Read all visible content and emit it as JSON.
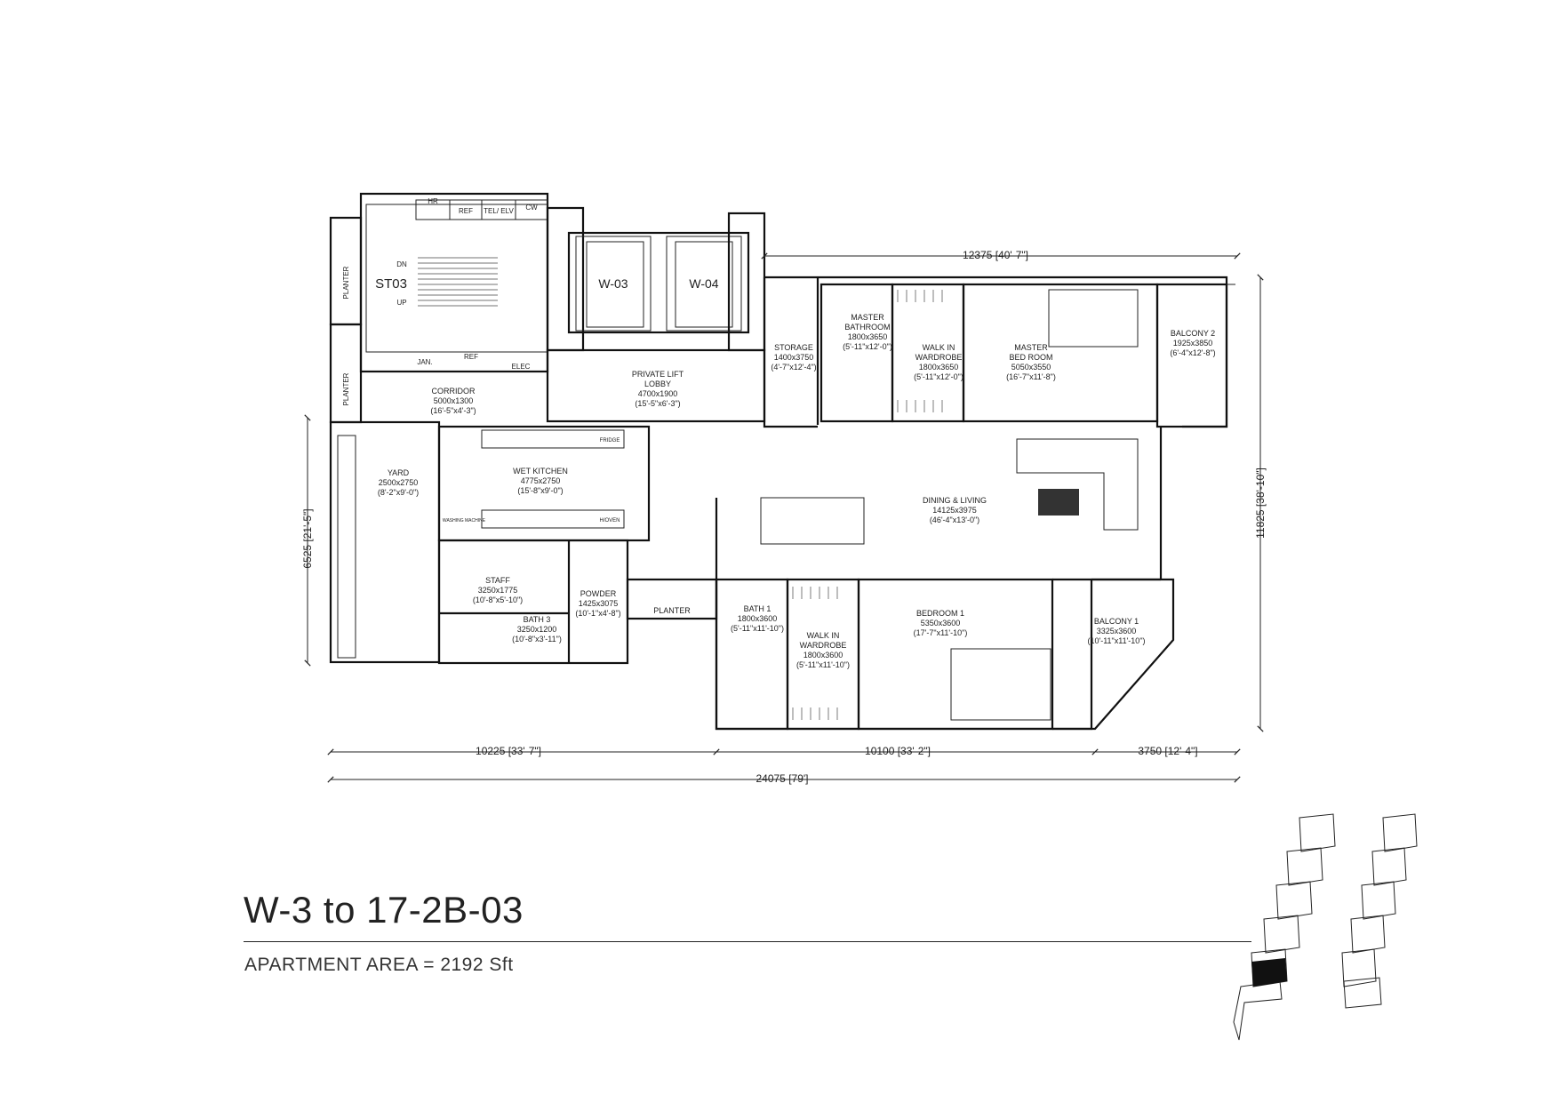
{
  "plan": {
    "title": "W-3 to 17-2B-03",
    "area_label": "APARTMENT AREA = 2192 Sft",
    "rooms": {
      "st03": "ST03",
      "dn": "DN",
      "up": "UP",
      "w03": "W-03",
      "w04": "W-04",
      "hr": "HR",
      "ref1": "REF",
      "telely": "TEL/ ELV",
      "cw": "CW",
      "jan": "JAN.",
      "ref2": "REF",
      "elec": "ELEC",
      "planter1": "PLANTER",
      "planter2": "PLANTER",
      "planter3": "PLANTER",
      "corridor": [
        "CORRIDOR",
        "5000x1300",
        "(16'-5\"x4'-3\")"
      ],
      "lobby": [
        "PRIVATE LIFT",
        "LOBBY",
        "4700x1900",
        "(15'-5\"x6'-3\")"
      ],
      "storage": [
        "STORAGE",
        "1400x3750",
        "(4'-7\"x12'-4\")"
      ],
      "master_bath": [
        "MASTER",
        "BATHROOM",
        "1800x3650",
        "(5'-11\"x12'-0\")"
      ],
      "walkin1": [
        "WALK IN",
        "WARDROBE",
        "1800x3650",
        "(5'-11\"x12'-0\")"
      ],
      "master_bed": [
        "MASTER",
        "BED ROOM",
        "5050x3550",
        "(16'-7\"x11'-8\")"
      ],
      "balcony2": [
        "BALCONY 2",
        "1925x3850",
        "(6'-4\"x12'-8\")"
      ],
      "yard": [
        "YARD",
        "2500x2750",
        "(8'-2\"x9'-0\")"
      ],
      "wet_kitchen": [
        "WET KITCHEN",
        "4775x2750",
        "(15'-8\"x9'-0\")"
      ],
      "fridge": "FRIDGE",
      "washing": "WASHING MACHINE",
      "hoven": "H/OVEN",
      "dining": [
        "DINING & LIVING",
        "14125x3975",
        "(46'-4\"x13'-0\")"
      ],
      "staff": [
        "STAFF",
        "3250x1775",
        "(10'-8\"x5'-10\")"
      ],
      "powder": [
        "POWDER",
        "1425x3075",
        "(10'-1\"x4'-8\")"
      ],
      "bath3": [
        "BATH 3",
        "3250x1200",
        "(10'-8\"x3'-11\")"
      ],
      "bath1": [
        "BATH 1",
        "1800x3600",
        "(5'-11\"x11'-10\")"
      ],
      "walkin2": [
        "WALK IN",
        "WARDROBE",
        "1800x3600",
        "(5'-11\"x11'-10\")"
      ],
      "bedroom1": [
        "BEDROOM 1",
        "5350x3600",
        "(17'-7\"x11'-10\")"
      ],
      "balcony1": [
        "BALCONY 1",
        "3325x3600",
        "(10'-11\"x11'-10\")"
      ]
    },
    "dimensions": {
      "top": "12375 [40'-7\"]",
      "left": "6525 [21'-5\"]",
      "right": "11825 [38'-10\"]",
      "bottom_a": "10225 [33'-7\"]",
      "bottom_b": "10100 [33'-2\"]",
      "bottom_c": "3750 [12'-4\"]",
      "overall": "24075 [79']"
    }
  }
}
